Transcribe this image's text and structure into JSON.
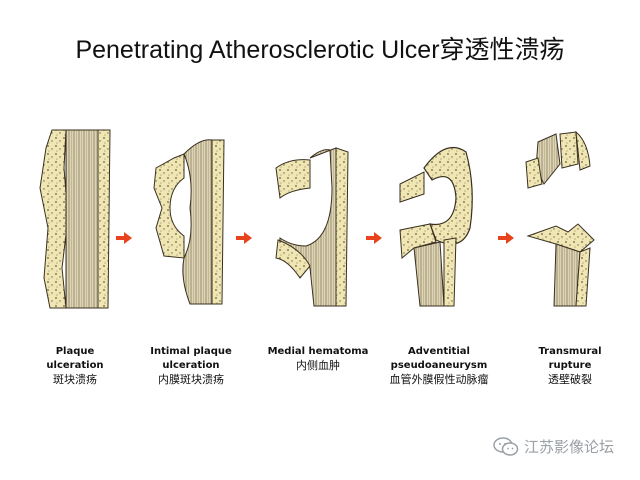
{
  "title": "Penetrating Atherosclerotic Ulcer穿透性溃疡",
  "stages": [
    {
      "en1": "Plaque",
      "en2": "ulceration",
      "cn": "斑块溃疡"
    },
    {
      "en1": "Intimal plaque",
      "en2": "ulceration",
      "cn": "内膜斑块溃疡"
    },
    {
      "en1": "Medial hematoma",
      "en2": "",
      "cn": "内侧血肿"
    },
    {
      "en1": "Adventitial",
      "en2": "pseudoaneurysm",
      "cn": "血管外膜假性动脉瘤"
    },
    {
      "en1": "Transmural",
      "en2": "rupture",
      "cn": "透壁破裂"
    }
  ],
  "watermark": {
    "text": "江苏影像论坛",
    "icon": "wechat-icon"
  },
  "colors": {
    "arrow": "#e8431c",
    "plaque": "#efe6b4",
    "muscle": "#b8ac8a",
    "outline": "#3a3020"
  }
}
